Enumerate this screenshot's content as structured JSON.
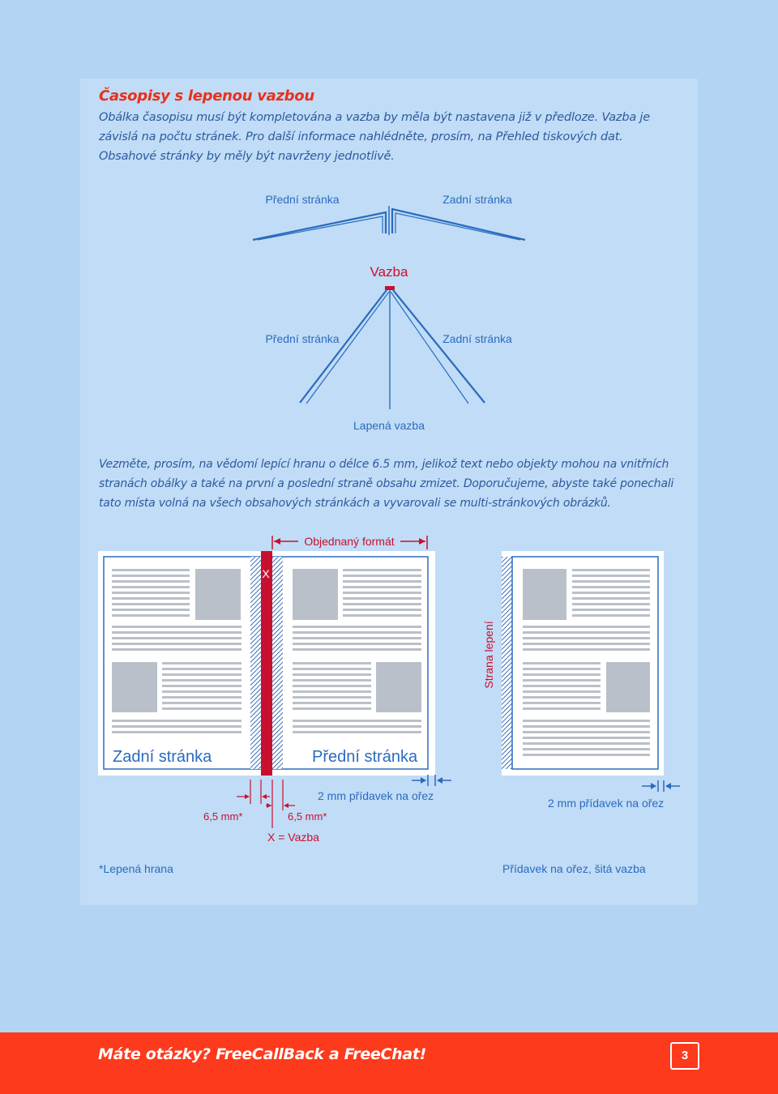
{
  "heading": "Časopisy s lepenou vazbou",
  "intro": "Obálka časopisu musí být kompletována a vazba by měla být nastavena již v předloze. Vazba je závislá na počtu stránek. Pro další informace nahlédněte, prosím, na Přehled tiskových dat. Obsahové stránky by měly být navrženy jednotlivě.",
  "diagram_top": {
    "front_label": "Přední stránka",
    "back_label": "Zadní stránka"
  },
  "diagram_mid": {
    "spine_label": "Vazba",
    "front_label": "Přední stránka",
    "back_label": "Zadní stránka",
    "caption": "Lapená vazba"
  },
  "body_text": "Vezměte, prosím, na vědomí lepící hranu o délce 6.5 mm, jelikož text nebo objekty mohou na vnitřních stranách obálky a také na první a poslední straně obsahu zmizet. Doporučujeme, abyste také ponechali tato místa volná na všech obsahových stránkách a vyvarovali se multi-stránkových obrázků.",
  "layout_left": {
    "format_label": "Objednaný formát",
    "spine_marker": "X",
    "back_page_label": "Zadní stránka",
    "front_page_label": "Přední stránka",
    "glue_left": "6,5 mm*",
    "glue_right": "6,5 mm*",
    "bleed_label": "2 mm přídavek na ořez",
    "legend_x": "X = Vazba",
    "footnote": "*Lepená hrana"
  },
  "layout_right": {
    "glue_side_label": "Strana lepení",
    "bleed_label": "2 mm přídavek na ořez",
    "caption": "Přídavek na ořez, šitá vazba"
  },
  "footer": {
    "text": "Máte otázky? FreeCallBack a FreeChat!",
    "page_number": "3"
  },
  "colors": {
    "background": "#b3d4f3",
    "panel": "#c1dcf6",
    "accent_red": "#e8311b",
    "footer_red": "#fe3a1c",
    "text_blue": "#2d5a9e",
    "line_blue": "#2a6bbf",
    "spine_red": "#c8102e"
  }
}
